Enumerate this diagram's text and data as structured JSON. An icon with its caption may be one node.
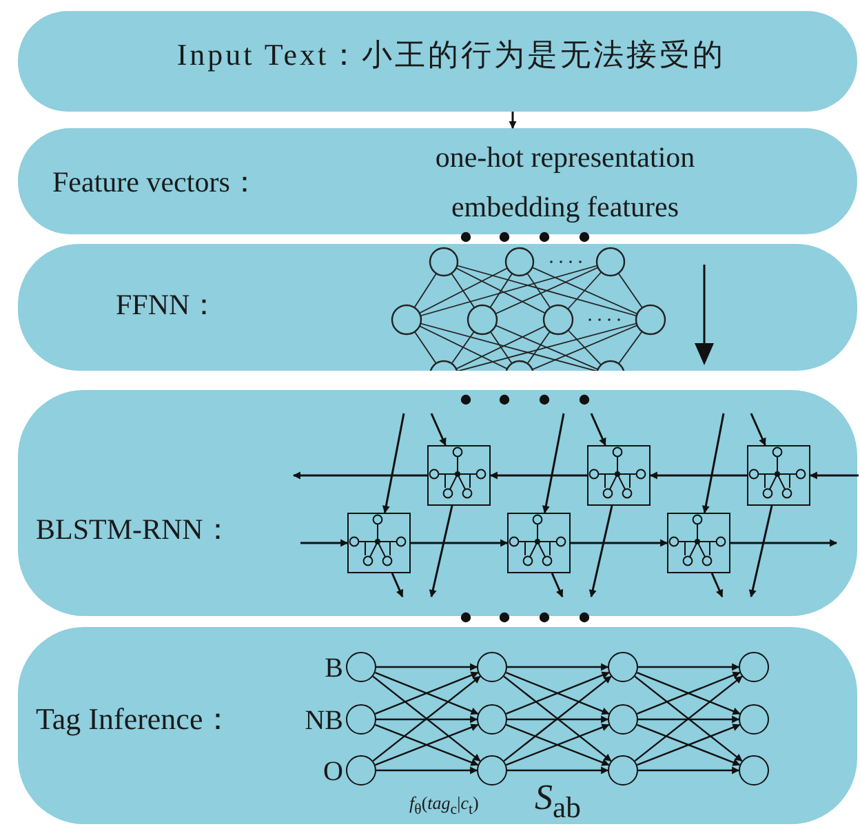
{
  "diagram": {
    "nodes": [
      {
        "text": [
          "Input Text：小王的行为是无法接受的"
        ]
      },
      {
        "text": [
          "Feature vectors：",
          "one-hot representation embedding features"
        ]
      },
      {
        "text": [
          "FFNN："
        ]
      },
      {
        "text": [
          "BLSTM-RNN："
        ]
      },
      {
        "text": [
          "Tag Inference："
        ]
      },
      {
        "text": [],
        "shape": "box",
        "in": 3
      },
      {
        "text": [],
        "shape": "box",
        "in": 3
      },
      {
        "text": [],
        "shape": "box",
        "in": 3
      },
      {
        "text": [],
        "shape": "box",
        "in": 3
      },
      {
        "text": [],
        "shape": "box",
        "in": 3
      },
      {
        "text": [],
        "shape": "box",
        "in": 3
      },
      {
        "text": [],
        "shape": "circle",
        "in": 4,
        "beside": [
          "B"
        ]
      },
      {
        "text": [],
        "shape": "circle",
        "in": 4
      },
      {
        "text": [],
        "shape": "circle",
        "in": 4
      },
      {
        "text": [],
        "shape": "circle",
        "in": 4
      },
      {
        "text": [],
        "shape": "circle",
        "in": 4,
        "beside": [
          "NB"
        ]
      },
      {
        "text": [],
        "shape": "circle",
        "in": 4
      },
      {
        "text": [],
        "shape": "circle",
        "in": 4
      },
      {
        "text": [],
        "shape": "circle",
        "in": 4
      },
      {
        "text": [],
        "shape": "circle",
        "in": 4,
        "beside": [
          "O"
        ]
      },
      {
        "text": [],
        "shape": "circle",
        "in": 4
      },
      {
        "text": [],
        "shape": "circle",
        "in": 4
      },
      {
        "text": [],
        "shape": "circle",
        "in": 4
      }
    ],
    "edges": [
      {
        "from": 0,
        "to": 1,
        "arrow": "to"
      },
      {
        "from": null,
        "to": 7,
        "arrow": "to"
      },
      {
        "from": 7,
        "to": 6,
        "arrow": "to"
      },
      {
        "from": 6,
        "to": 5,
        "arrow": "to"
      },
      {
        "from": 5,
        "to": null,
        "arrow": "to"
      },
      {
        "from": null,
        "to": 8,
        "arrow": "to"
      },
      {
        "from": 8,
        "to": 9,
        "arrow": "to"
      },
      {
        "from": 9,
        "to": 10,
        "arrow": "to"
      },
      {
        "from": 10,
        "to": null,
        "arrow": "to"
      },
      {
        "from": null,
        "to": 5,
        "arrow": "to"
      },
      {
        "from": null,
        "to": 6,
        "arrow": "to"
      },
      {
        "from": null,
        "to": 7,
        "arrow": "to"
      },
      {
        "from": null,
        "to": 8,
        "arrow": "to"
      },
      {
        "from": null,
        "to": 9,
        "arrow": "to"
      },
      {
        "from": null,
        "to": 10,
        "arrow": "to"
      },
      {
        "from": 5,
        "to": null,
        "arrow": "to"
      },
      {
        "from": 6,
        "to": null,
        "arrow": "to"
      },
      {
        "from": 7,
        "to": null,
        "arrow": "to"
      },
      {
        "from": 8,
        "to": null,
        "arrow": "to"
      },
      {
        "from": 9,
        "to": null,
        "arrow": "to"
      },
      {
        "from": 10,
        "to": null,
        "arrow": "to"
      },
      {
        "from": 11,
        "to": 12,
        "arrow": "to"
      },
      {
        "from": 11,
        "to": 16,
        "arrow": "to"
      },
      {
        "from": 11,
        "to": 20,
        "arrow": "to"
      },
      {
        "from": 15,
        "to": 12,
        "arrow": "to"
      },
      {
        "from": 15,
        "to": 16,
        "arrow": "to"
      },
      {
        "from": 15,
        "to": 20,
        "arrow": "to"
      },
      {
        "from": 19,
        "to": 12,
        "arrow": "to"
      },
      {
        "from": 19,
        "to": 16,
        "arrow": "to"
      },
      {
        "from": 19,
        "to": 20,
        "arrow": "to"
      },
      {
        "from": 12,
        "to": 13,
        "arrow": "to"
      },
      {
        "from": 12,
        "to": 17,
        "arrow": "to"
      },
      {
        "from": 12,
        "to": 21,
        "arrow": "to"
      },
      {
        "from": 16,
        "to": 13,
        "arrow": "to"
      },
      {
        "from": 16,
        "to": 17,
        "arrow": "to"
      },
      {
        "from": 16,
        "to": 21,
        "arrow": "to"
      },
      {
        "from": 20,
        "to": 13,
        "arrow": "to"
      },
      {
        "from": 20,
        "to": 17,
        "arrow": "to"
      },
      {
        "from": 20,
        "to": 21,
        "arrow": "to"
      },
      {
        "from": 13,
        "to": 14,
        "arrow": "to"
      },
      {
        "from": 13,
        "to": 18,
        "arrow": "to"
      },
      {
        "from": 13,
        "to": 22,
        "arrow": "to"
      },
      {
        "from": 17,
        "to": 14,
        "arrow": "to"
      },
      {
        "from": 17,
        "to": 18,
        "arrow": "to"
      },
      {
        "from": 17,
        "to": 22,
        "arrow": "to"
      },
      {
        "from": 21,
        "to": 14,
        "arrow": "to"
      },
      {
        "from": 21,
        "to": 18,
        "arrow": "to"
      },
      {
        "from": 21,
        "to": 22,
        "arrow": "to"
      }
    ],
    "labels": [
      "*f*$_{θ}$(*tag*$_{c}$|*c*$_{t}$)",
      "*S*$_{ab}$"
    ]
  }
}
